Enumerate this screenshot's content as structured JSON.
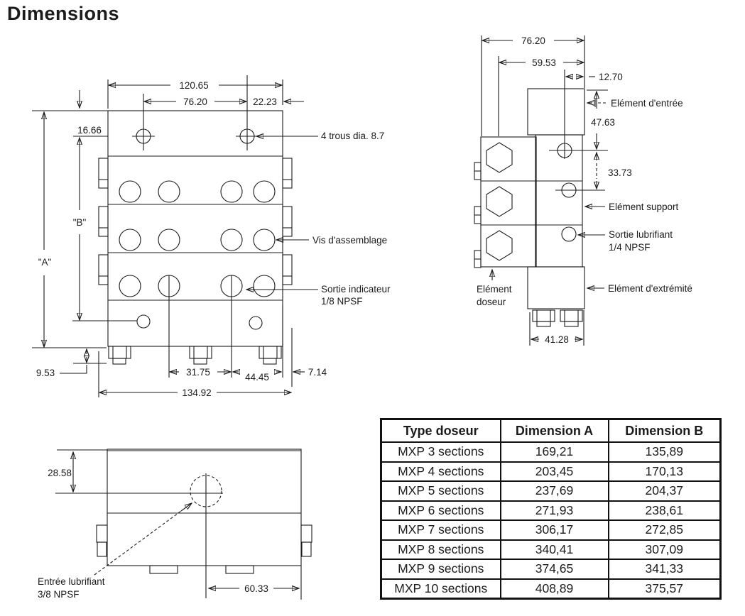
{
  "page": {
    "title": "Dimensions"
  },
  "front_view": {
    "dim_width_body": "120.65",
    "dim_hole_spacing": "76.20",
    "dim_hole_edge": "22.23",
    "dim_hole_top": "16.66",
    "dim_b": "\"B\"",
    "dim_a": "\"A\"",
    "dim_foot": "9.53",
    "dim_3175": "31.75",
    "dim_4445": "44.45",
    "dim_714": "7.14",
    "dim_overall": "134.92",
    "label_holes": "4 trous dia. 8.7",
    "label_vis": "Vis d'assemblage",
    "label_sortie_1": "Sortie indicateur",
    "label_sortie_2": "1/8 NPSF"
  },
  "side_view": {
    "dim_7620": "76.20",
    "dim_5953": "59.53",
    "dim_1270": "12.70",
    "dim_4763": "47.63",
    "dim_3373": "33.73",
    "dim_4128": "41.28",
    "label_entree": "Elément d'entrée",
    "label_support": "Elément support",
    "label_sortie_1": "Sortie lubrifiant",
    "label_sortie_2": "1/4 NPSF",
    "label_doseur_1": "Elément",
    "label_doseur_2": "doseur",
    "label_extremite": "Elément d'extrémité"
  },
  "top_view": {
    "dim_2858": "28.58",
    "dim_6033": "60.33",
    "label_entree_1": "Entrée lubrifiant",
    "label_entree_2": "3/8 NPSF"
  },
  "table": {
    "headers": [
      "Type doseur",
      "Dimension A",
      "Dimension B"
    ],
    "rows": [
      [
        "MXP 3 sections",
        "169,21",
        "135,89"
      ],
      [
        "MXP 4 sections",
        "203,45",
        "170,13"
      ],
      [
        "MXP 5 sections",
        "237,69",
        "204,37"
      ],
      [
        "MXP 6 sections",
        "271,93",
        "238,61"
      ],
      [
        "MXP 7 sections",
        "306,17",
        "272,85"
      ],
      [
        "MXP 8 sections",
        "340,41",
        "307,09"
      ],
      [
        "MXP 9 sections",
        "374,65",
        "341,33"
      ],
      [
        "MXP 10 sections",
        "408,89",
        "375,57"
      ]
    ]
  }
}
